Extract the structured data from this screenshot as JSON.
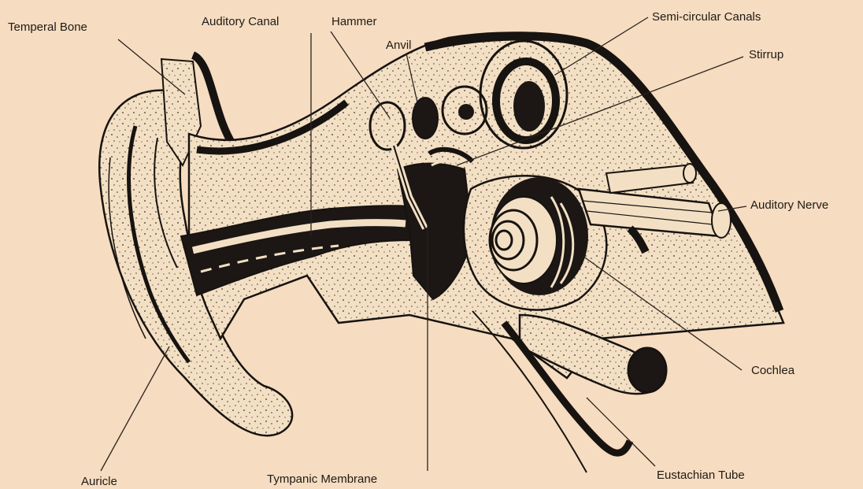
{
  "colors": {
    "paper": "#f6dcc0",
    "ink": "#171310",
    "stipple": "#3a2f27",
    "tissue": "#f3e0c4",
    "dark_fill": "#1c1714"
  },
  "labels": {
    "temperal_bone": "Temperal Bone",
    "auditory_canal": "Auditory Canal",
    "hammer": "Hammer",
    "anvil": "Anvil",
    "semicircular_canals": "Semi-circular Canals",
    "stirrup": "Stirrup",
    "auditory_nerve": "Auditory Nerve",
    "cochlea": "Cochlea",
    "eustachian_tube": "Eustachian Tube",
    "tympanic_membrane": "Tympanic Membrane",
    "auricle": "Auricle"
  }
}
